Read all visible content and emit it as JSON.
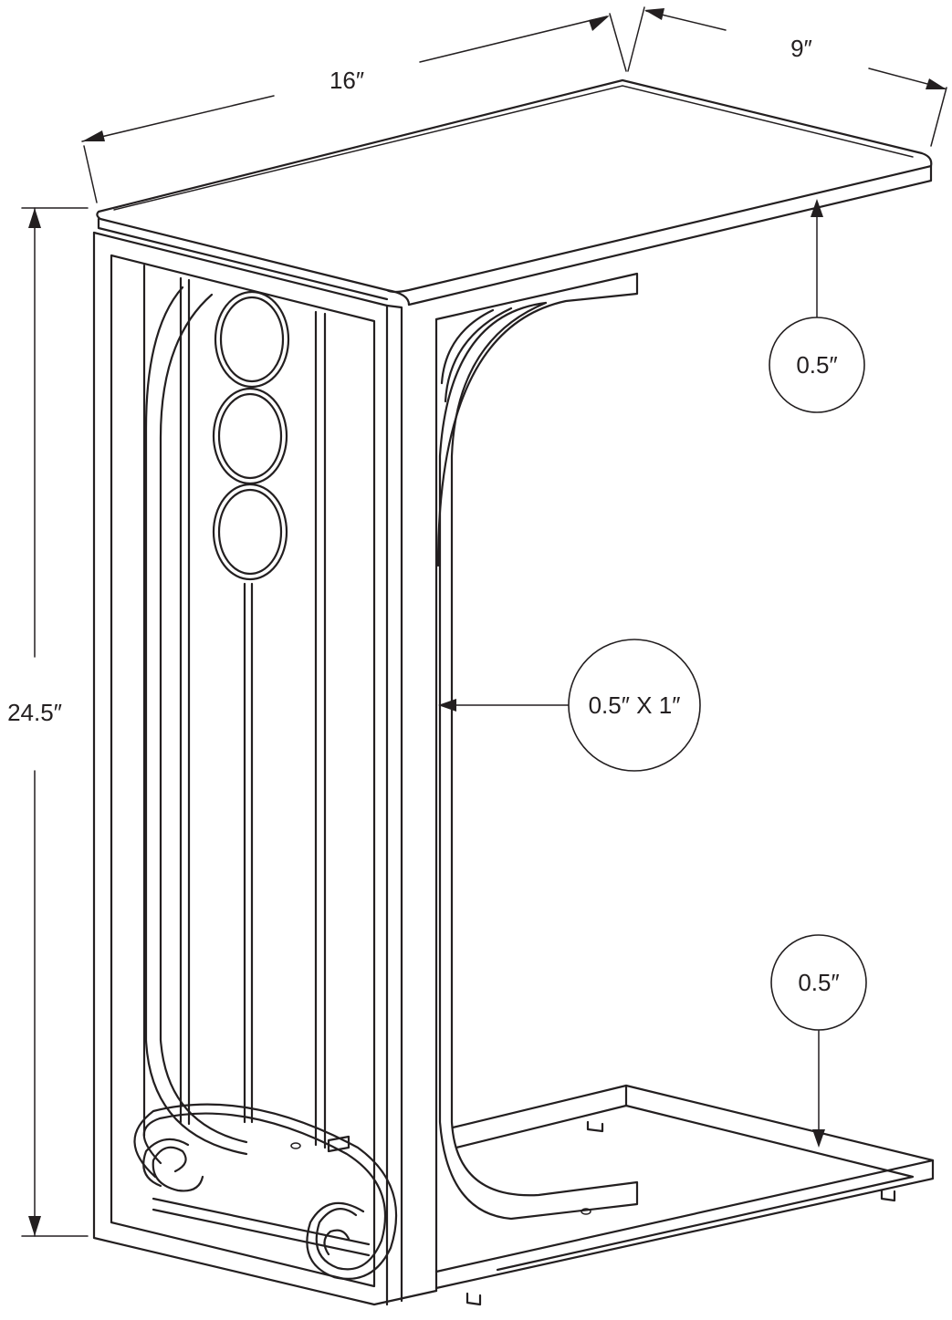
{
  "dimensions": {
    "width": "16″",
    "depth": "9″",
    "height": "24.5″"
  },
  "callouts": {
    "top_thickness": "0.5″",
    "frame_tube": "0.5″ X 1″",
    "shelf_thickness": "0.5″"
  }
}
